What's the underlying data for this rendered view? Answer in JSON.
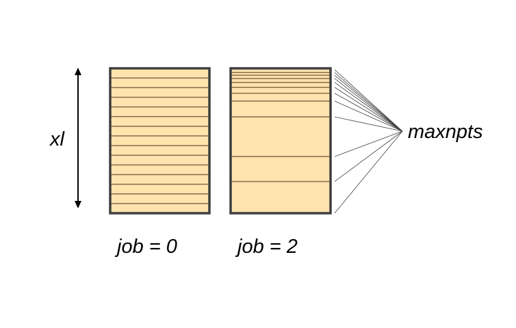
{
  "labels": {
    "xl": "xl",
    "job0": "job = 0",
    "job2": "job = 2",
    "maxnpts": "maxnpts"
  },
  "colors": {
    "fill": "#ffe4ae",
    "border": "#3f3f3f",
    "row_line": "#8a6a4a",
    "arrow": "#000000",
    "leader": "#404040"
  },
  "job0": {
    "equal_rows": 15
  },
  "job2": {
    "row_boundaries": [
      0.029,
      0.048,
      0.07,
      0.097,
      0.131,
      0.172,
      0.226,
      0.335,
      0.609,
      0.781
    ]
  }
}
